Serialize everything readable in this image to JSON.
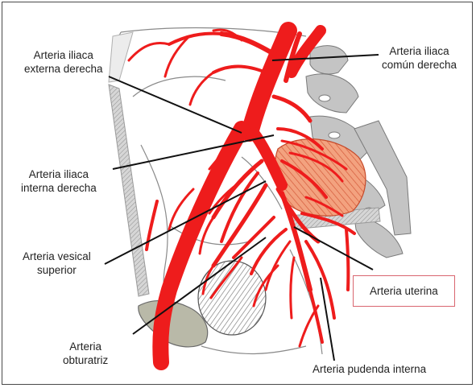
{
  "labels": {
    "iliaca_externa": [
      "Arteria iliaca",
      "externa derecha"
    ],
    "iliaca_comun": [
      "Arteria iliaca",
      "común derecha"
    ],
    "iliaca_interna": [
      "Arteria iliaca",
      "interna derecha"
    ],
    "vesical_superior": [
      "Arteria vesical",
      "superior"
    ],
    "obturatriz": [
      "Arteria",
      "obturatriz"
    ],
    "uterina": "Arteria uterina",
    "pudenda_interna": "Arteria pudenda interna"
  },
  "colors": {
    "artery": "#ee1c1c",
    "uterus": "#e9855e",
    "bone": "#bfbfbf",
    "highlight_box": "#d9666f"
  }
}
